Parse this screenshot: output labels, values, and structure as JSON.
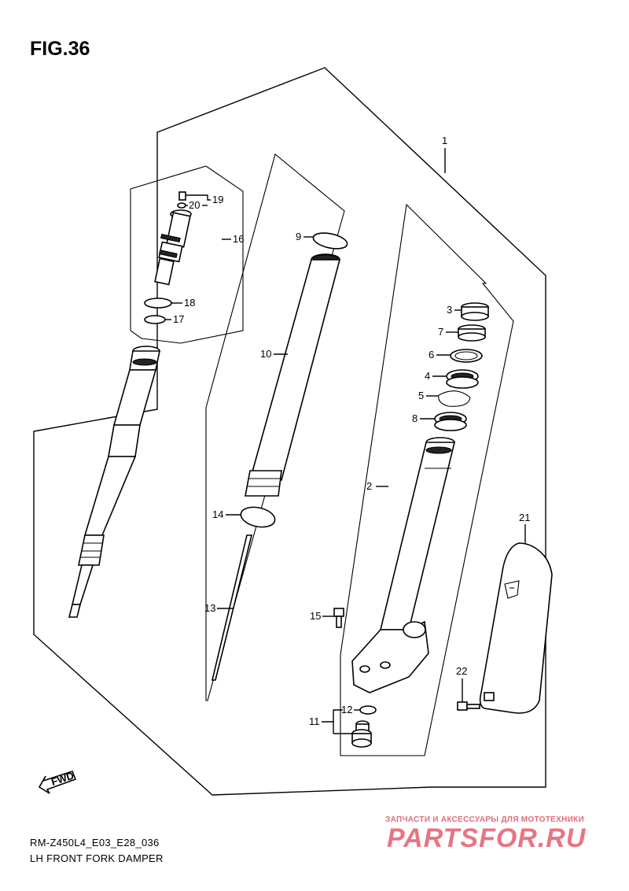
{
  "figure": {
    "title": "FIG.36",
    "code": "RM-Z450L4_E03_E28_036",
    "caption": "LH FRONT FORK DAMPER"
  },
  "callouts": [
    "1",
    "2",
    "3",
    "4",
    "5",
    "6",
    "7",
    "8",
    "9",
    "10",
    "11",
    "12",
    "13",
    "14",
    "15",
    "16",
    "17",
    "18",
    "19",
    "20",
    "21",
    "22"
  ],
  "fwd_label": "FWD",
  "watermark": {
    "top_text": "ЗАПЧАСТИ И АКСЕССУАРЫ ДЛЯ МОТОТЕХНИКИ",
    "main_text": "PARTSFOR.RU"
  }
}
